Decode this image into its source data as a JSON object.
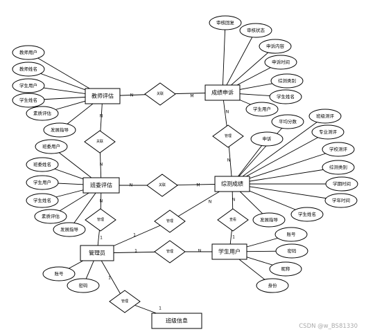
{
  "entities": {
    "teacher_eval": "教师评估",
    "grade_appeal": "成绩申诉",
    "class_eval": "班委评估",
    "comprehensive_score": "综测成绩",
    "admin": "管理员",
    "student_user": "学生用户",
    "class_info": "班级信息"
  },
  "attributes": {
    "teacher_eval": [
      "教师用户",
      "教师姓名",
      "学生用户",
      "学生姓名",
      "素质评估",
      "发展指导"
    ],
    "grade_appeal": [
      "审核回复",
      "审核状态",
      "申诉内容",
      "申诉时间",
      "综测类别",
      "学生姓名",
      "学生用户"
    ],
    "class_eval": [
      "班委用户",
      "班委姓名",
      "学生用户",
      "学生姓名",
      "素质评估",
      "发展指导"
    ],
    "comprehensive_score": [
      "申诉",
      "平均分数",
      "班级测评",
      "专业测评",
      "学校测评",
      "综测类别",
      "学期时间",
      "学年时间",
      "学生姓名",
      "发展指导"
    ],
    "admin": [
      "账号",
      "密码"
    ],
    "student_user": [
      "账号",
      "密码",
      "昵称",
      "身份"
    ]
  },
  "relationships": {
    "te_ga": "关联",
    "te_ce": "关联",
    "ga_cs": "管理",
    "ce_cs": "关联",
    "ce_ad": "管理",
    "ad_cs": "管理",
    "cs_su": "查看",
    "ad_su": "管理",
    "ad_ci": "管理"
  },
  "cardinalities": {
    "te_ga": [
      "N",
      "M"
    ],
    "te_ce": [
      "N",
      "N"
    ],
    "ga_cs": [
      "N",
      "N"
    ],
    "ce_cs": [
      "N",
      "M"
    ],
    "ce_ad": [
      "N",
      "1"
    ],
    "ad_cs": [
      "1",
      "N"
    ],
    "cs_su": [
      "N",
      "1"
    ],
    "ad_su": [
      "1",
      "N"
    ],
    "ad_ci": [
      "1",
      "1"
    ]
  },
  "watermark": "CSDN @w_BS81330"
}
